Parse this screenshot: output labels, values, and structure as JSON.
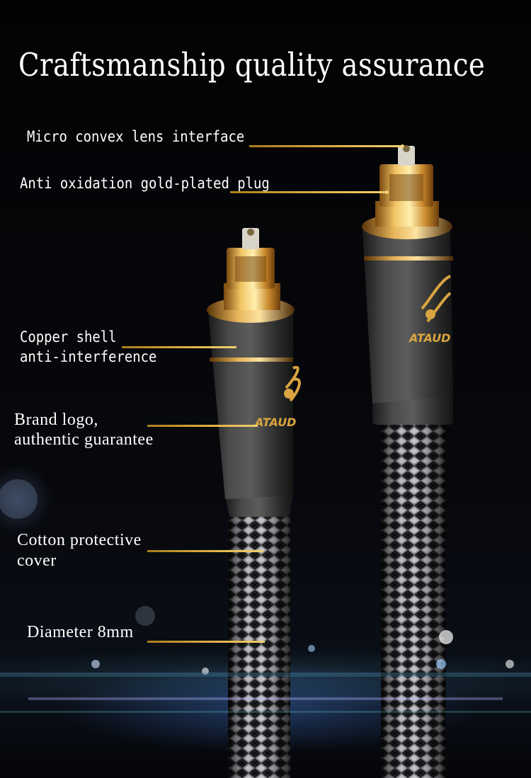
{
  "title": "Craftsmanship quality assurance",
  "brand_mark": "ATAUD",
  "callouts": [
    {
      "lines": [
        "Micro convex lens interface"
      ]
    },
    {
      "lines": [
        "Anti oxidation gold-plated plug"
      ]
    },
    {
      "lines": [
        "Copper shell",
        "anti-interference"
      ]
    },
    {
      "lines": [
        "Brand logo,",
        "authentic guarantee"
      ]
    },
    {
      "lines": [
        "Cotton protective",
        "cover"
      ]
    },
    {
      "lines": [
        "Diameter 8mm"
      ]
    }
  ],
  "colors": {
    "background": "#050507",
    "leader_gold": "#e2b44a",
    "plug_gold": "#d9a441",
    "shell": "#3a3b3a",
    "braid_dark": "#2b2b2e",
    "braid_light": "#bfc0c4"
  }
}
